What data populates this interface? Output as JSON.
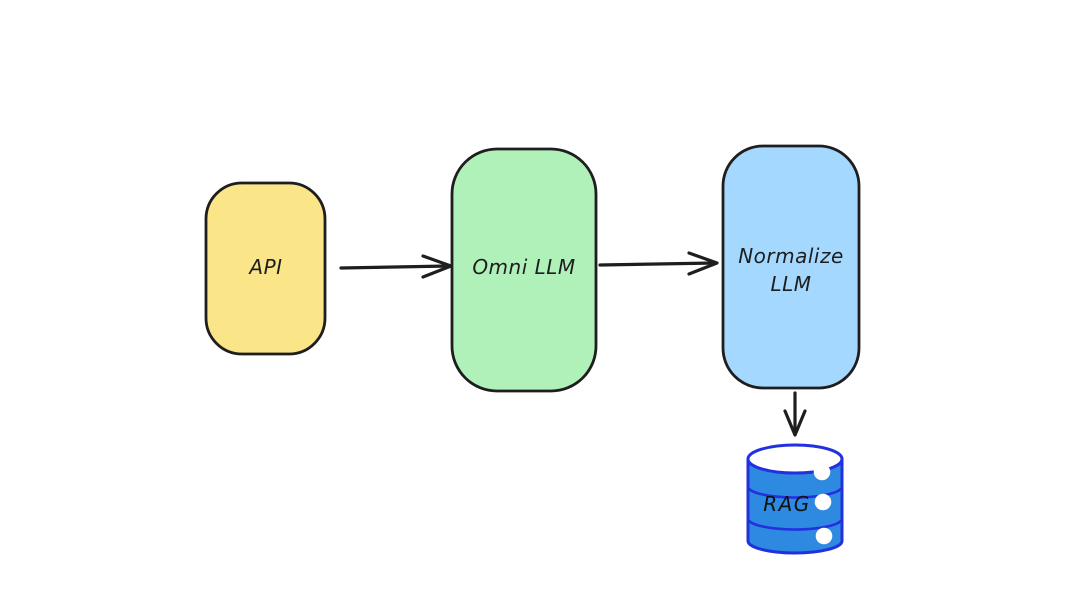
{
  "diagram": {
    "background": "#ffffff",
    "stroke_color": "#1e1e1e",
    "nodes": {
      "api": {
        "label": "API",
        "fill": "#fae588",
        "shape": "rounded-rectangle"
      },
      "omni_llm": {
        "label": "Omni LLM",
        "fill": "#b0f1ba",
        "shape": "rounded-rectangle"
      },
      "normalize_llm": {
        "label_lines": [
          "Normalize",
          "LLM"
        ],
        "fill": "#a5d8ff",
        "shape": "rounded-rectangle"
      },
      "rag": {
        "label": "RAG",
        "fill": "#2e89e0",
        "outline": "#2231dd",
        "top_fill": "#ffffff",
        "dot_color": "#ffffff",
        "shape": "database-cylinder"
      }
    },
    "edges": [
      {
        "from": "API",
        "to": "Omni LLM",
        "direction": "right"
      },
      {
        "from": "Omni LLM",
        "to": "Normalize LLM",
        "direction": "right"
      },
      {
        "from": "Normalize LLM",
        "to": "RAG",
        "direction": "down"
      }
    ]
  }
}
